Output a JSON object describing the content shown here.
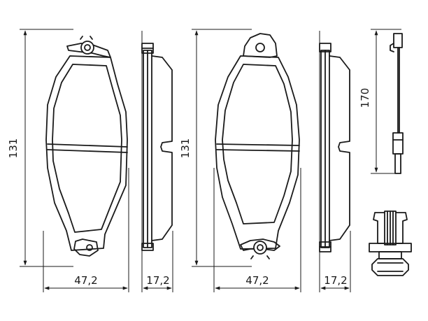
{
  "dimensions": {
    "pad1_height": "131",
    "pad1_width": "47,2",
    "pad1_thickness": "17,2",
    "pad2_height": "131",
    "pad2_width": "47,2",
    "pad2_thickness": "17,2",
    "sensor_length": "170"
  }
}
